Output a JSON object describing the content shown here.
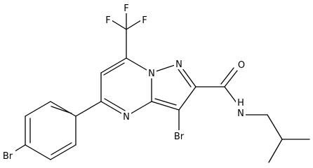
{
  "molecule": {
    "atoms": {
      "f_top": "F",
      "f_left": "F",
      "f_right": "F",
      "n_ring_fused": "N",
      "n_ring_pyrazole": "N",
      "n_ring_pyrimidine": "N",
      "o_carbonyl": "O",
      "n_amide": "N",
      "h_amide": "H",
      "br_ring": "Br",
      "br_phenyl": "Br"
    }
  },
  "colors": {
    "bond": "#000000",
    "label": "#000000",
    "background": "#ffffff"
  }
}
